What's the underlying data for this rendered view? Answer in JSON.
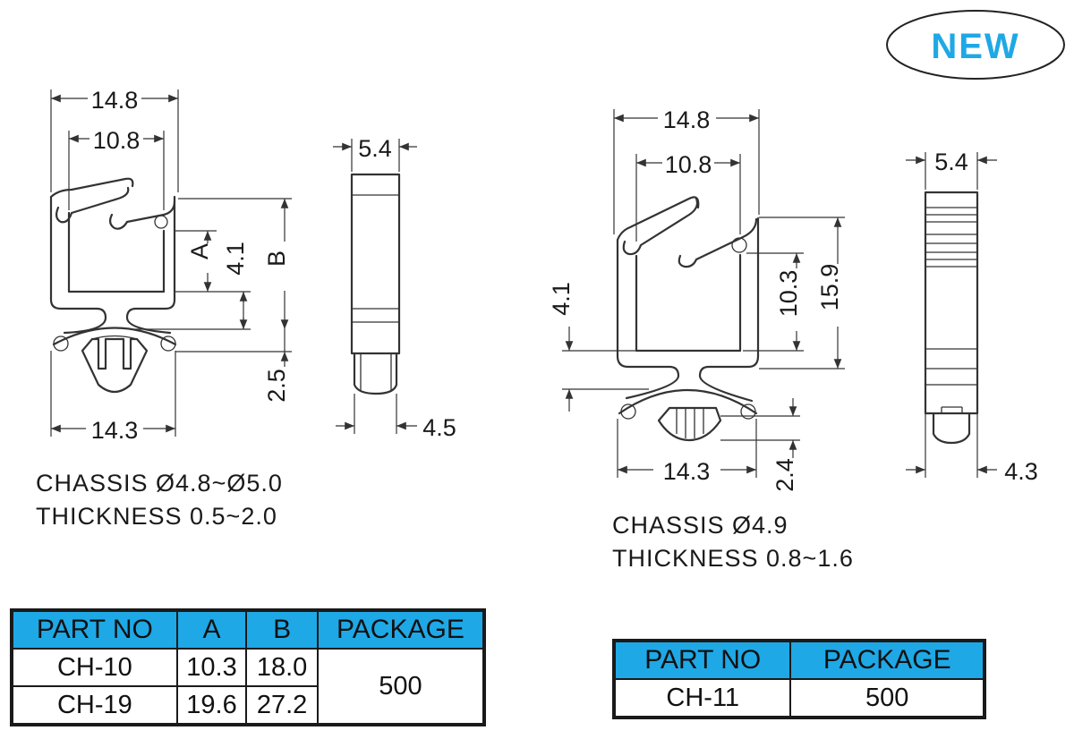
{
  "badge": {
    "text": "NEW"
  },
  "left_part": {
    "dims": {
      "top_width": "14.8",
      "inner_width": "10.8",
      "dim_a": "A",
      "dim_41": "4.1",
      "dim_b": "B",
      "dim_25": "2.5",
      "base_width": "14.3",
      "side_width": "5.4",
      "side_tip": "4.5"
    },
    "spec_lines": [
      "CHASSIS Ø4.8~Ø5.0",
      "THICKNESS 0.5~2.0"
    ]
  },
  "right_part": {
    "dims": {
      "top_width": "14.8",
      "inner_width": "10.8",
      "dim_41": "4.1",
      "dim_103": "10.3",
      "dim_159": "15.9",
      "base_width": "14.3",
      "dim_24": "2.4",
      "side_width": "5.4",
      "side_tip": "4.3"
    },
    "spec_lines": [
      "CHASSIS Ø4.9",
      "THICKNESS 0.8~1.6"
    ]
  },
  "table_left": {
    "headers": [
      "PART NO",
      "A",
      "B",
      "PACKAGE"
    ],
    "rows": [
      {
        "part_no": "CH-10",
        "a": "10.3",
        "b": "18.0"
      },
      {
        "part_no": "CH-19",
        "a": "19.6",
        "b": "27.2"
      }
    ],
    "package": "500"
  },
  "table_right": {
    "headers": [
      "PART NO",
      "PACKAGE"
    ],
    "rows": [
      {
        "part_no": "CH-11",
        "package": "500"
      }
    ]
  }
}
